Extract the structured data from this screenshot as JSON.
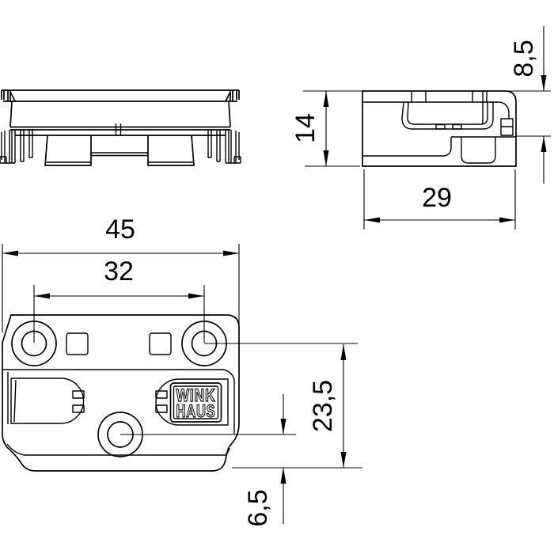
{
  "brand_logo": {
    "line1": "WINK",
    "line2": "HAUS"
  },
  "dimensions": {
    "top_step_height": "8,5",
    "side_height": "14",
    "side_depth": "29",
    "overall_width": "45",
    "hole_spacing": "32",
    "hole_to_bottom_edge": "23,5",
    "center_hole_to_bottom": "6,5"
  },
  "colors": {
    "line": "#000000",
    "background": "#ffffff"
  }
}
